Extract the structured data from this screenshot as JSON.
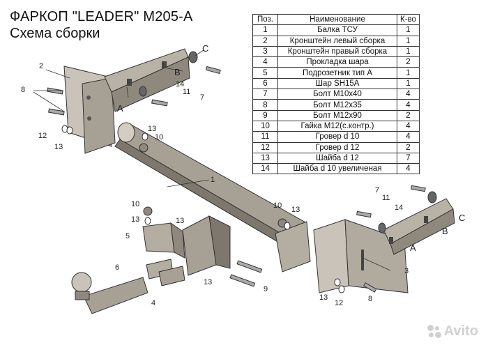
{
  "title": {
    "line1": "ФАРКОП \"LEADER\" M205-A",
    "line2": "Схема сборки"
  },
  "table": {
    "headers": [
      "Поз.",
      "Наименование",
      "К-во"
    ],
    "rows": [
      [
        "1",
        "Балка ТСУ",
        "1"
      ],
      [
        "2",
        "Кронштейн левый сборка",
        "1"
      ],
      [
        "3",
        "Кронштейн правый сборка",
        "1"
      ],
      [
        "4",
        "Прокладка шара",
        "2"
      ],
      [
        "5",
        "Подрозетник тип А",
        "1"
      ],
      [
        "6",
        "Шар SH15A",
        "1"
      ],
      [
        "7",
        "Болт М10х40",
        "4"
      ],
      [
        "8",
        "Болт М12х35",
        "4"
      ],
      [
        "9",
        "Болт М12х90",
        "2"
      ],
      [
        "10",
        "Гайка М12(с.контр.)",
        "4"
      ],
      [
        "11",
        "Гровер d 10",
        "4"
      ],
      [
        "12",
        "Гровер d 12",
        "2"
      ],
      [
        "13",
        "Шайба d 12",
        "7"
      ],
      [
        "14",
        "Шайба d 10 увеличеная",
        "4"
      ]
    ]
  },
  "callouts": {
    "beam": "1",
    "left_bracket": "2",
    "right_bracket": "3",
    "ball_shim": "4",
    "socket_plate": "5",
    "ball": "6",
    "bolt_m10": "7",
    "bolt_m12x35": "8",
    "bolt_m12x90": "9",
    "nut": "10",
    "spring_washer_10": "11",
    "spring_washer_12": "12",
    "washer_12": "13",
    "washer_10": "14",
    "point_a": "A",
    "point_b": "B",
    "point_c": "C"
  },
  "watermark": {
    "text": "Avito"
  },
  "colors": {
    "part_fill": "#a7a095",
    "part_light": "#cfc9bf",
    "part_dark": "#6b655c",
    "line": "#333333"
  }
}
